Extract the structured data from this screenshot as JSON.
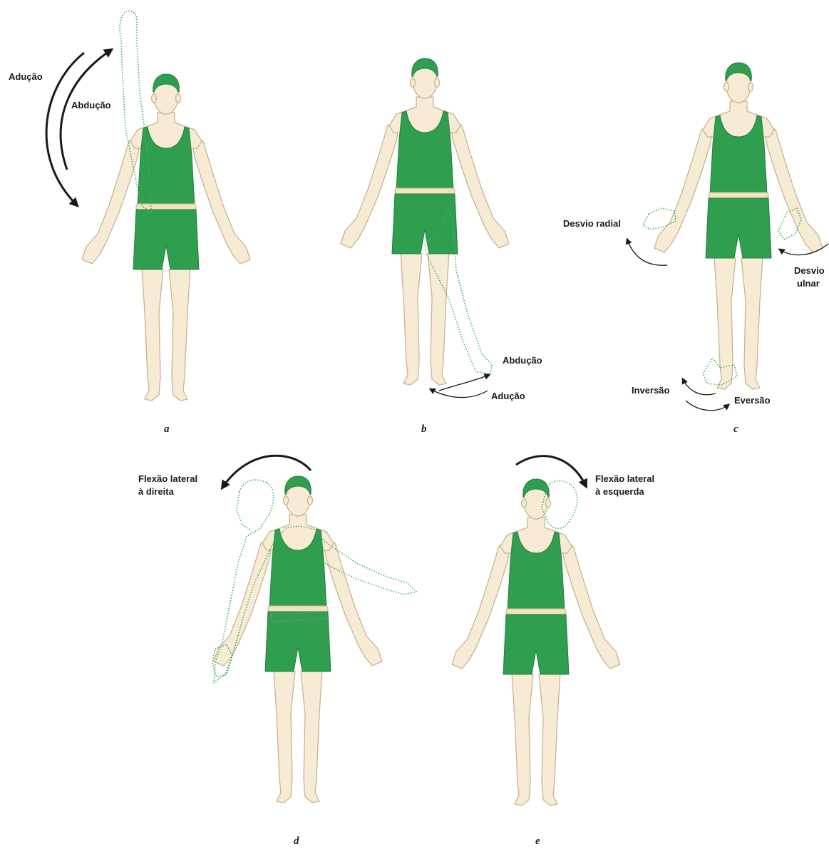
{
  "panels": {
    "a": {
      "caption": "a",
      "label_adduction": "Adução",
      "label_abduction": "Abdução"
    },
    "b": {
      "caption": "b",
      "label_abduction": "Abdução",
      "label_adduction": "Adução"
    },
    "c": {
      "caption": "c",
      "label_radial": "Desvio radial",
      "label_ulnar_line1": "Desvio",
      "label_ulnar_line2": "ulnar",
      "label_inversion": "Inversão",
      "label_eversion": "Eversão"
    },
    "d": {
      "caption": "d",
      "label_line1": "Flexão lateral",
      "label_line2": "à direita"
    },
    "e": {
      "caption": "e",
      "label_line1": "Flexão lateral",
      "label_line2": "à esquerda"
    }
  },
  "colors": {
    "suit": "#2f9e4f",
    "skin": "#f7ebd6",
    "outline": "#c9b48e",
    "ghost_outline": "#3fae5c",
    "arrow": "#1a1a1a"
  }
}
